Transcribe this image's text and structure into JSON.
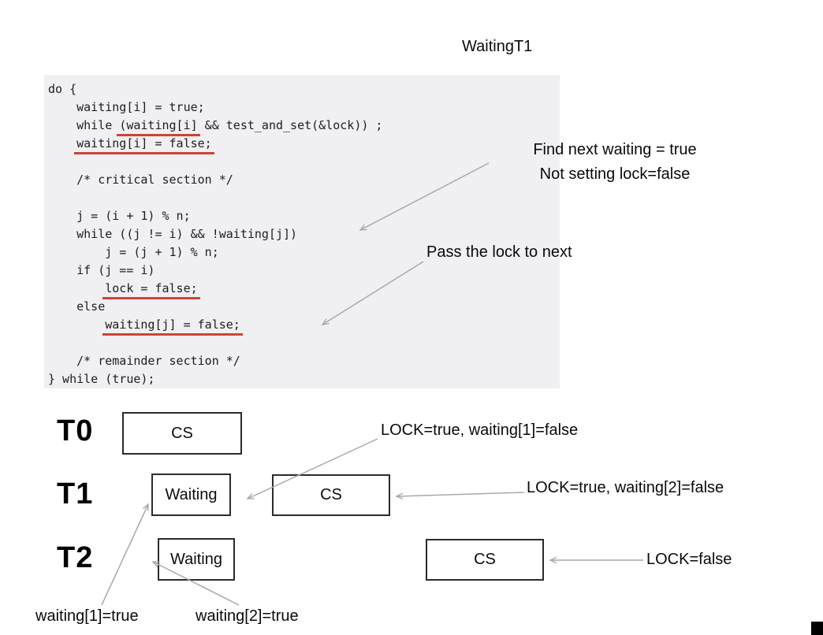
{
  "title": "WaitingT1",
  "code": {
    "lines": [
      [
        {
          "t": "do {"
        }
      ],
      [
        {
          "t": "    waiting[i] = true;"
        }
      ],
      [
        {
          "t": "    while "
        },
        {
          "t": "(waiting[i]",
          "u": 1
        },
        {
          "t": " && test_and_set(&lock)) ;"
        }
      ],
      [
        {
          "t": "    "
        },
        {
          "t": "waiting[i] = false;",
          "u": 1
        }
      ],
      [
        {
          "t": " "
        }
      ],
      [
        {
          "t": "    /* critical section */"
        }
      ],
      [
        {
          "t": " "
        }
      ],
      [
        {
          "t": "    j = (i + 1) % n;"
        }
      ],
      [
        {
          "t": "    while ((j != i) && !waiting[j])"
        }
      ],
      [
        {
          "t": "        j = (j + 1) % n;"
        }
      ],
      [
        {
          "t": "    if (j == i)"
        }
      ],
      [
        {
          "t": "        "
        },
        {
          "t": "lock = false;",
          "u": 1
        }
      ],
      [
        {
          "t": "    else"
        }
      ],
      [
        {
          "t": "        "
        },
        {
          "t": "waiting[j] = false;",
          "u": 1
        }
      ],
      [
        {
          "t": " "
        }
      ],
      [
        {
          "t": "    /* remainder section */"
        }
      ],
      [
        {
          "t": "} while (true);"
        }
      ]
    ]
  },
  "annotations": {
    "find_next_line1": "Find next waiting = true",
    "find_next_line2": "Not setting lock=false",
    "pass_lock": "Pass the lock to next"
  },
  "timeline": {
    "rows": [
      {
        "label": "T0"
      },
      {
        "label": "T1"
      },
      {
        "label": "T2"
      }
    ],
    "boxes": {
      "t0_cs": "CS",
      "t1_waiting": "Waiting",
      "t1_cs": "CS",
      "t2_waiting": "Waiting",
      "t2_cs": "CS"
    },
    "callouts": {
      "lock_true_w1": "LOCK=true, waiting[1]=false",
      "lock_true_w2": "LOCK=true, waiting[2]=false",
      "lock_false": "LOCK=false",
      "w1_true": "waiting[1]=true",
      "w2_true": "waiting[2]=true"
    }
  },
  "colors": {
    "underline": "#cc4433",
    "arrow": "#a9a9a9",
    "code_bg": "#f0f0f2"
  }
}
